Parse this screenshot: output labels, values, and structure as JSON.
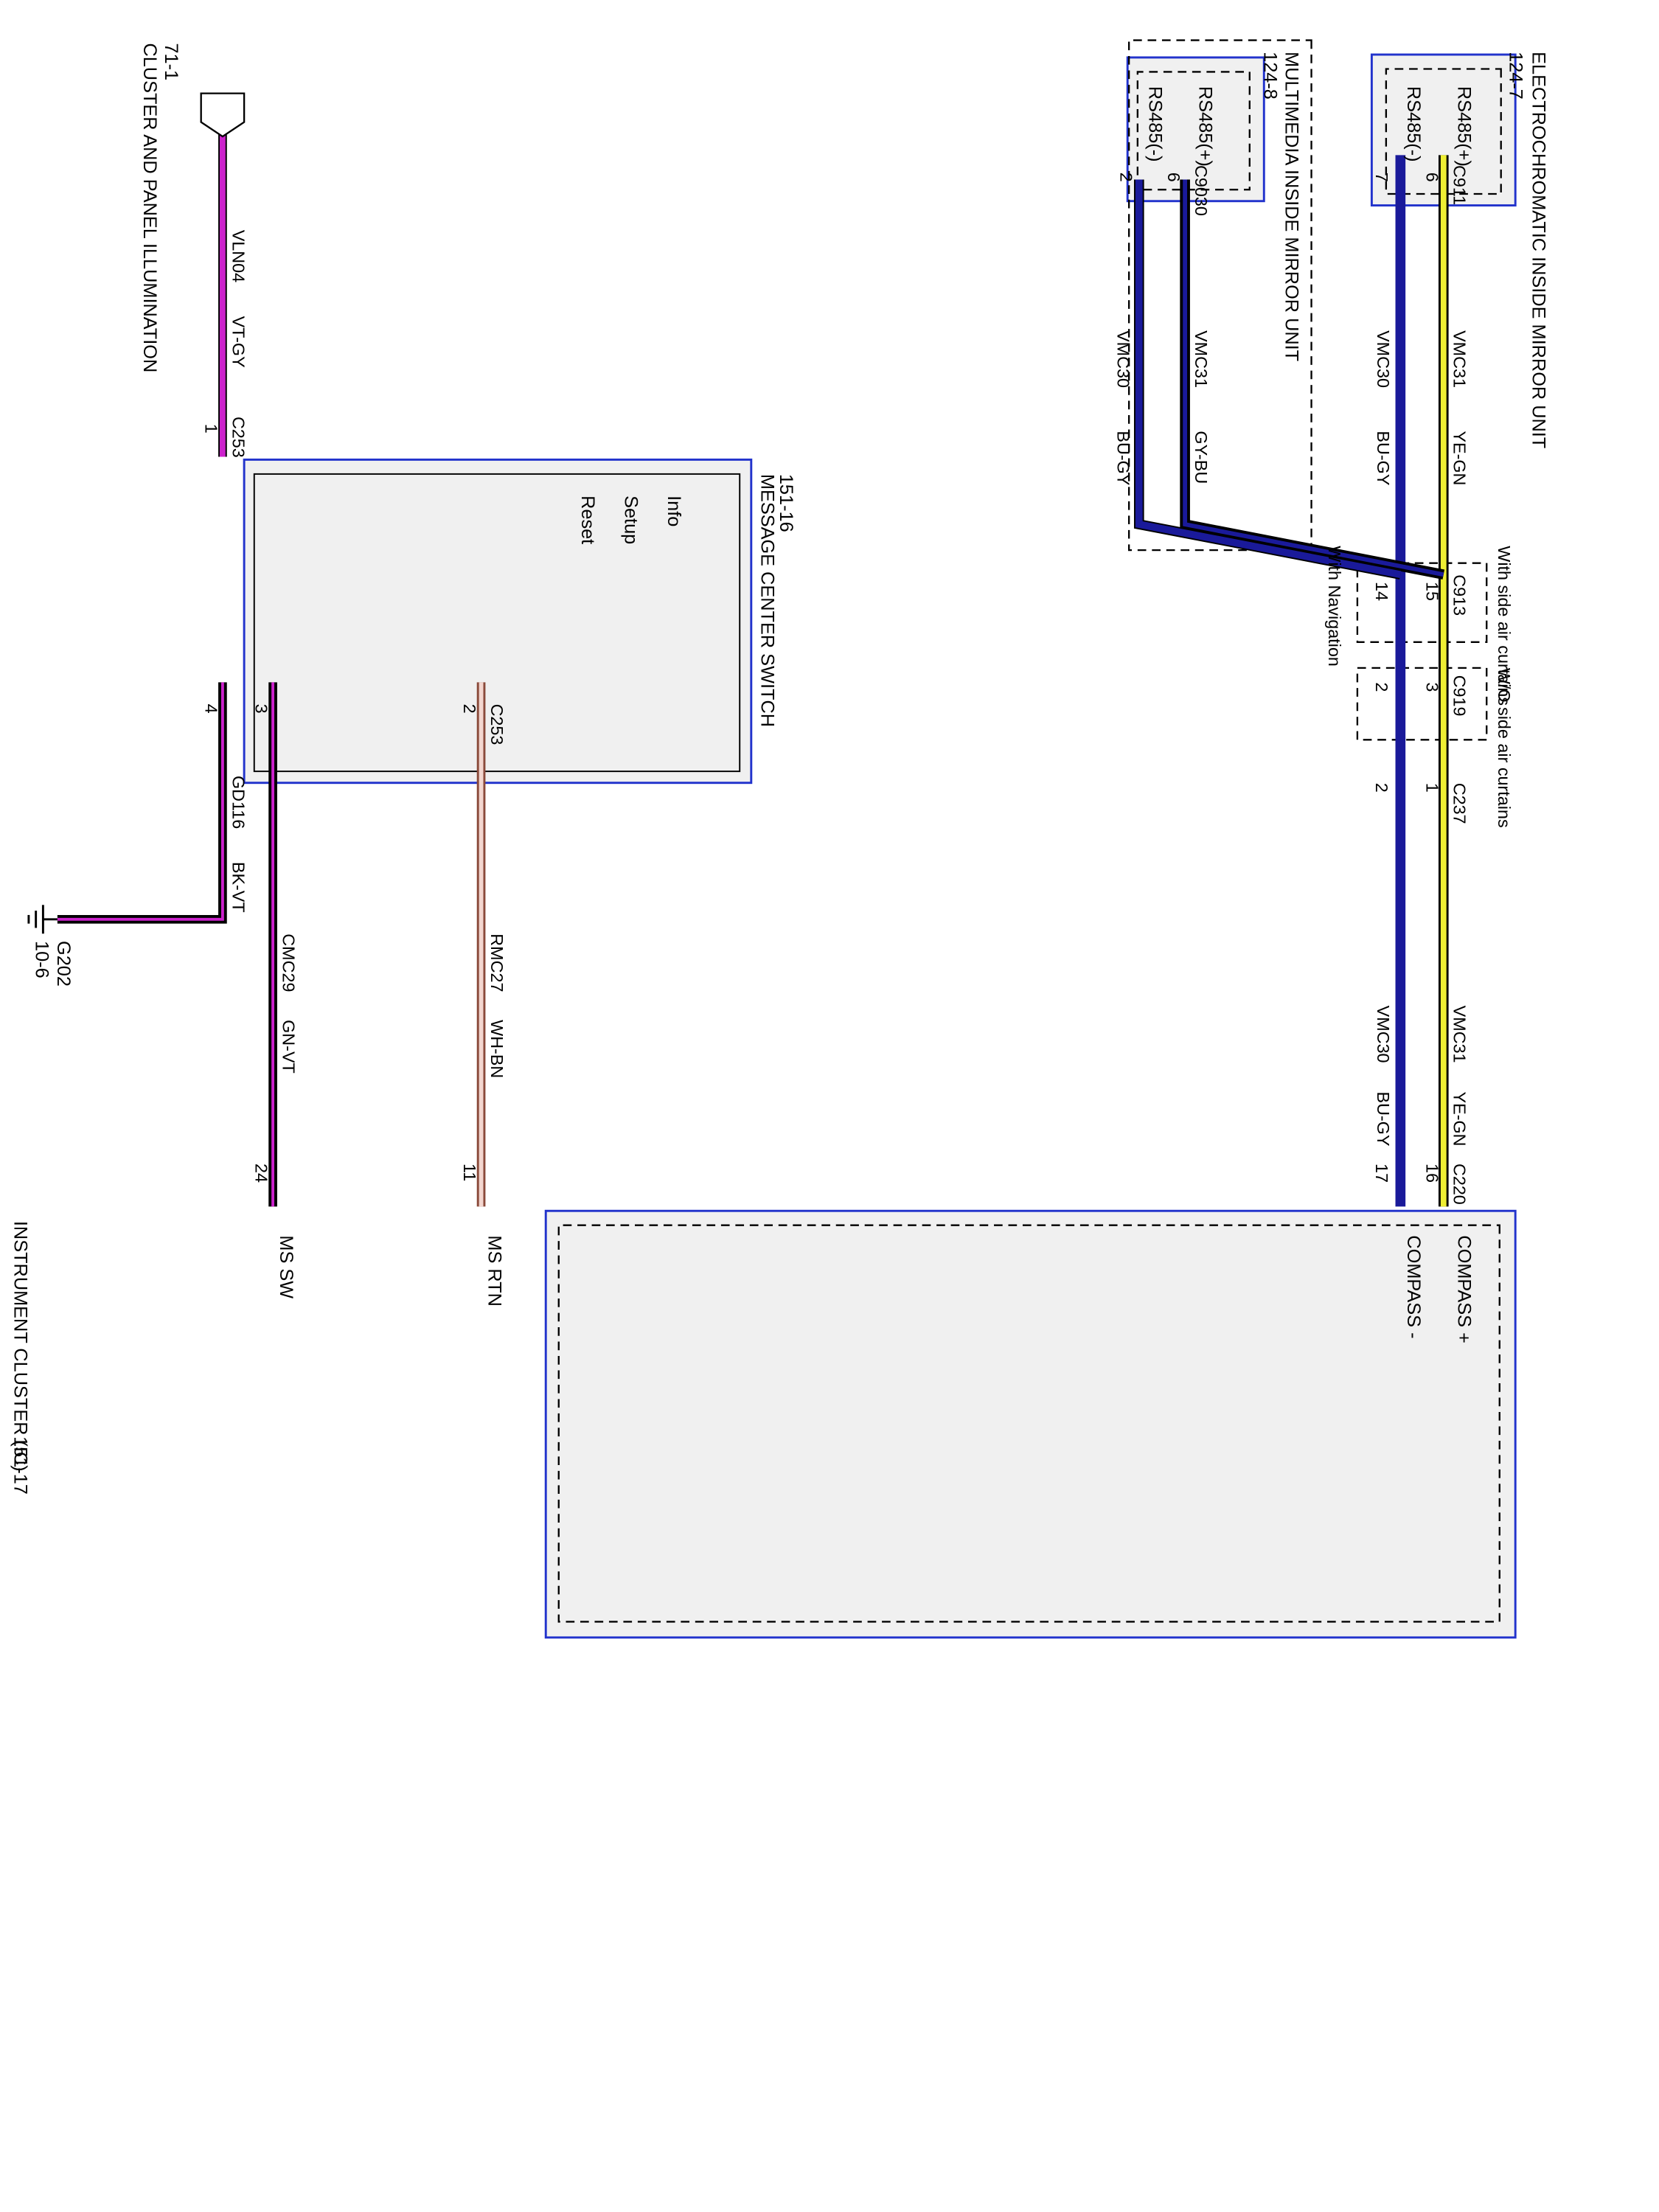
{
  "colors": {
    "box_border": "#2233cc",
    "box_fill": "#f0f0f0",
    "violet": "#cc22cc",
    "blue": "#1a1a9a",
    "yellow": "#eeee33",
    "black": "#111111",
    "pink": "#e8b0a8",
    "green_violet": "#8a1a5a"
  },
  "components": {
    "ec_mirror": {
      "name": "ELECTROCHROMATIC INSIDE MIRROR UNIT",
      "ref": "124-7",
      "pin_plus": "RS485(+)",
      "pin_minus": "RS485(-)"
    },
    "mm_mirror": {
      "name": "MULTIMEDIA INSIDE MIRROR UNIT",
      "ref": "124-8",
      "pin_plus": "RS485(+)",
      "pin_minus": "RS485(-)"
    },
    "msg_switch": {
      "name": "MESSAGE CENTER SWITCH",
      "ref": "151-16",
      "btn_info": "Info",
      "btn_setup": "Setup",
      "btn_reset": "Reset"
    },
    "cluster": {
      "name": "INSTRUMENT CLUSTER (IC)",
      "ref": "151-17",
      "pin_compass_plus": "COMPASS +",
      "pin_compass_minus": "COMPASS -",
      "pin_ms_rtn": "MS RTN",
      "pin_ms_sw": "MS SW"
    },
    "illum": {
      "ref": "71-1",
      "name": "CLUSTER AND PANEL ILLUMINATION"
    },
    "ground": {
      "id": "G202",
      "ref": "10-6"
    }
  },
  "connectors": {
    "c911": "C911",
    "c9030": "C9030",
    "c913": "C913",
    "c919": "C919",
    "c237": "C237",
    "c220": "C220",
    "c253a": "C253",
    "c253b": "C253"
  },
  "pins": {
    "c911_6": "6",
    "c911_7": "7",
    "c9030_6": "6",
    "c9030_2": "2",
    "c913_15": "15",
    "c913_14": "14",
    "c919_3": "3",
    "c919_2": "2",
    "c237_1": "1",
    "c237_2": "2",
    "c220_16": "16",
    "c220_17": "17",
    "c253_1": "1",
    "c253_2": "2",
    "c253_3": "3",
    "c253_4": "4",
    "ic_11": "11",
    "ic_24": "24"
  },
  "wires": {
    "w1": {
      "circuit": "VMC31",
      "color": "YE-GN"
    },
    "w2": {
      "circuit": "VMC30",
      "color": "BU-GY"
    },
    "w3": {
      "circuit": "VMC31",
      "color": "GY-BU"
    },
    "w4": {
      "circuit": "VMC30",
      "color": "BU-GY"
    },
    "w5": {
      "circuit": "VMC31",
      "color": "YE-GN"
    },
    "w6": {
      "circuit": "VMC30",
      "color": "BU-GY"
    },
    "w7": {
      "circuit": "VLN04",
      "color": "VT-GY"
    },
    "w8": {
      "circuit": "RMC27",
      "color": "WH-BN"
    },
    "w9": {
      "circuit": "CMC29",
      "color": "GN-VT"
    },
    "w10": {
      "circuit": "GD116",
      "color": "BK-VT"
    }
  },
  "notes": {
    "with_side_air": "With side air curtains",
    "wo_side_air": "W/O side air curtains",
    "with_nav": "With Navigation"
  }
}
